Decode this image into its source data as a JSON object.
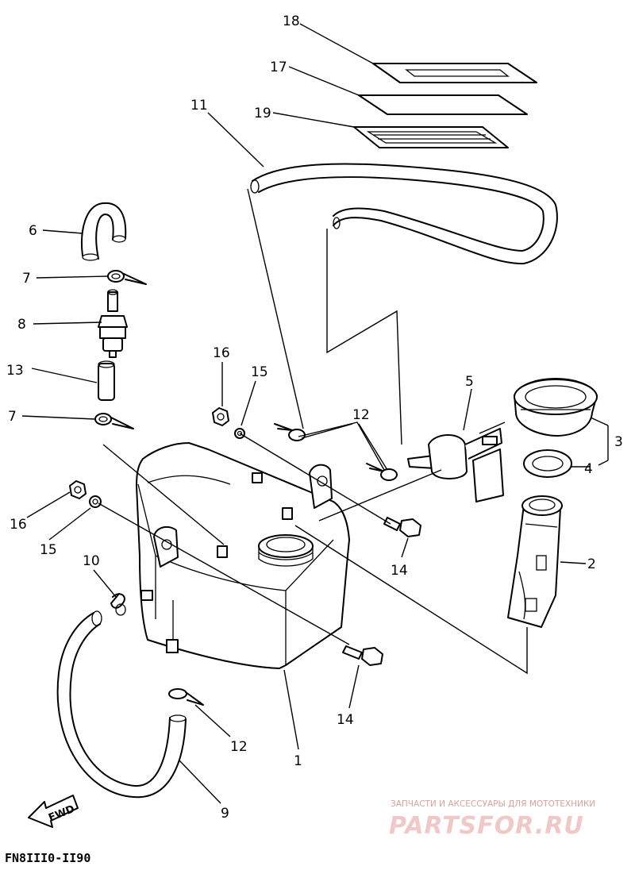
{
  "callouts": {
    "n18": "18",
    "n17": "17",
    "n19": "19",
    "n11": "11",
    "n6": "6",
    "n7a": "7",
    "n8": "8",
    "n13": "13",
    "n7b": "7",
    "n16a": "16",
    "n15a": "15",
    "n12a": "12",
    "n5": "5",
    "n3": "3",
    "n4": "4",
    "n2": "2",
    "n14a": "14",
    "n16b": "16",
    "n15b": "15",
    "n10": "10",
    "n14b": "14",
    "n12b": "12",
    "n1": "1",
    "n9": "9"
  },
  "fwd_label": "FWD",
  "diagram_code": "FN8III0-II90",
  "watermark": {
    "tagline": "ЗАПЧАСТИ И АКСЕССУАРЫ ДЛЯ МОТОТЕХНИКИ",
    "brand": "PARTSFOR.RU",
    "color": "#e8b8b8"
  }
}
